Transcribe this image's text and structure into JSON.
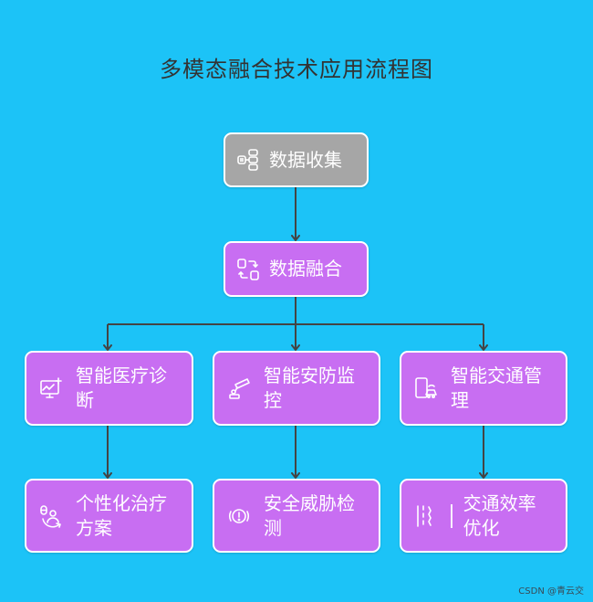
{
  "title": "多模态融合技术应用流程图",
  "nodes": {
    "collect": "数据收集",
    "fusion": "数据融合",
    "medical": "智能医疗诊断",
    "security": "智能安防监控",
    "traffic": "智能交通管理",
    "personal": "个性化治疗方案",
    "threat": "安全威胁检测",
    "efficiency": "交通效率优化"
  },
  "icons": {
    "collect": "database-icon",
    "fusion": "merge-icon",
    "medical": "monitor-plus-icon",
    "security": "cctv-icon",
    "traffic": "phone-car-icon",
    "personal": "pill-patient-icon",
    "threat": "alert-circle-icon",
    "efficiency": "road-icon"
  },
  "colors": {
    "background": "#1CC3F7",
    "node_gray": "#A6A6A6",
    "node_purple": "#C86EF2",
    "edge": "#444444"
  },
  "watermark": "CSDN @青云交"
}
